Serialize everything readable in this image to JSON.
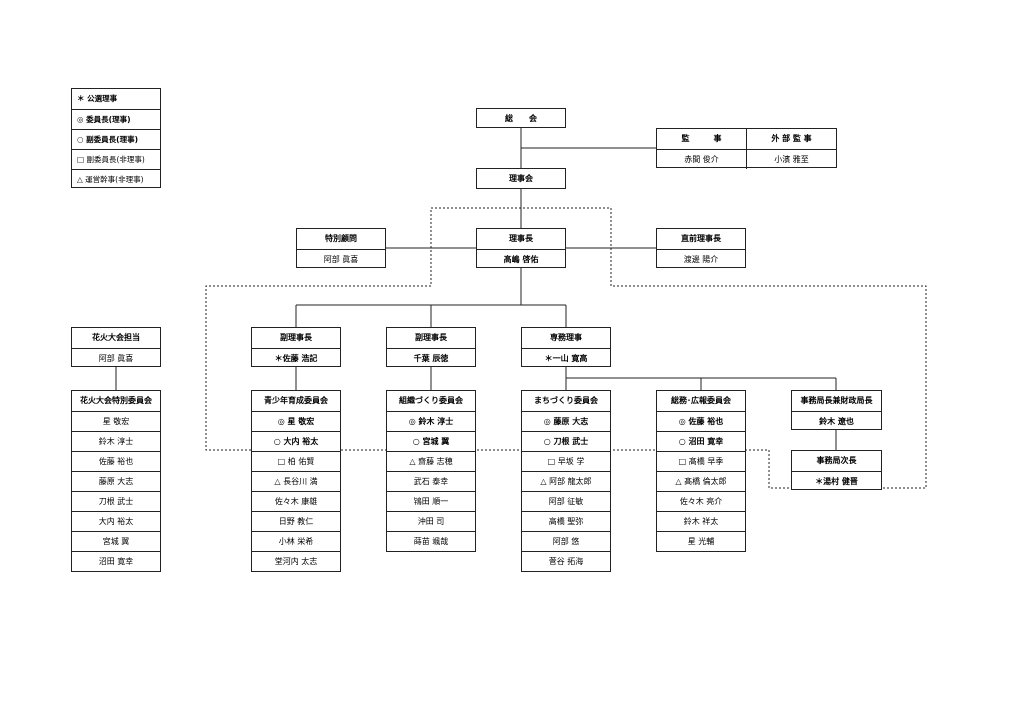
{
  "legend": [
    "＊ 公選理事",
    "◎ 委員長(理事)",
    "○ 副委員長(理事)",
    "□ 副委員長(非理事)",
    "△ 運営幹事(非理事)"
  ],
  "general": {
    "title": "総　　会"
  },
  "auditors": {
    "title1": "監　　　事",
    "title2": "外 部 監 事",
    "name1": "赤間 俊介",
    "name2": "小濱 雅至"
  },
  "board": {
    "title": "理事会"
  },
  "advisor": {
    "title": "特別顧問",
    "name": "阿部 眞喜"
  },
  "chair": {
    "title": "理事長",
    "name": "髙嶋 啓佑"
  },
  "past_chair": {
    "title": "直前理事長",
    "name": "渡邊 陽介"
  },
  "fireworks_rep": {
    "title": "花火大会担当",
    "name": "阿部 眞喜"
  },
  "vice1": {
    "title": "副理事長",
    "name": "＊佐藤 浩記"
  },
  "vice2": {
    "title": "副理事長",
    "name": "千葉 辰徳"
  },
  "executive": {
    "title": "専務理事",
    "name": "＊一山 寛高"
  },
  "secretary_general": {
    "title": "事務局長兼財政局長",
    "name": "鈴木 遼也"
  },
  "deputy_secretary": {
    "title": "事務局次長",
    "name": "＊湯村 健晋"
  },
  "fireworks_committee": {
    "title": "花火大会特別委員会",
    "members": [
      "星 敬宏",
      "鈴木 淳士",
      "佐藤 裕也",
      "藤原 大志",
      "刀根 武士",
      "大内 裕太",
      "宮城 翼",
      "沼田 寛幸"
    ]
  },
  "youth_committee": {
    "title": "青少年育成委員会",
    "members": [
      "◎ 星 敬宏",
      "○ 大内 裕太",
      "□ 柏 佑賢",
      "△ 長谷川 満",
      "佐々木 康雄",
      "日野 教仁",
      "小林 栄希",
      "堂河内 太志"
    ]
  },
  "org_committee": {
    "title": "組織づくり委員会",
    "members": [
      "◎ 鈴木 淳士",
      "○ 宮城 翼",
      "△ 齋藤 志穂",
      "武石 泰幸",
      "鴇田 順一",
      "沖田 司",
      "蒔苗 颯哉"
    ]
  },
  "town_committee": {
    "title": "まちづくり委員会",
    "members": [
      "◎ 藤原 大志",
      "○ 刀根 武士",
      "□ 早坂 学",
      "△ 阿部 龍太郎",
      "阿部 征敏",
      "高橋 聖弥",
      "阿部 悠",
      "菅谷 拓海"
    ]
  },
  "general_committee": {
    "title": "総務･広報委員会",
    "members": [
      "◎ 佐藤 裕也",
      "○ 沼田 寛幸",
      "□ 髙橋 早季",
      "△ 髙橋 倫太郎",
      "佐々木 亮介",
      "鈴木 祥太",
      "星 光輔"
    ]
  }
}
